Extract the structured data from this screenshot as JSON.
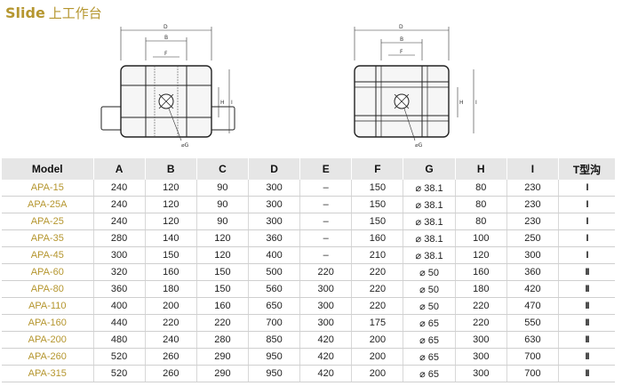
{
  "title": {
    "en": "Slide",
    "zh": "上工作台"
  },
  "diagrams": {
    "labels": {
      "D": "D",
      "B": "B",
      "F": "F",
      "H": "H",
      "I": "I",
      "G": "⌀G"
    }
  },
  "table": {
    "headers": [
      "Model",
      "A",
      "B",
      "C",
      "D",
      "E",
      "F",
      "G",
      "H",
      "I",
      "T型沟"
    ],
    "rows": [
      [
        "APA-15",
        "240",
        "120",
        "90",
        "300",
        "–",
        "150",
        "⌀ 38.1",
        "80",
        "230",
        "I"
      ],
      [
        "APA-25A",
        "240",
        "120",
        "90",
        "300",
        "–",
        "150",
        "⌀ 38.1",
        "80",
        "230",
        "I"
      ],
      [
        "APA-25",
        "240",
        "120",
        "90",
        "300",
        "–",
        "150",
        "⌀ 38.1",
        "80",
        "230",
        "I"
      ],
      [
        "APA-35",
        "280",
        "140",
        "120",
        "360",
        "–",
        "160",
        "⌀ 38.1",
        "100",
        "250",
        "I"
      ],
      [
        "APA-45",
        "300",
        "150",
        "120",
        "400",
        "–",
        "210",
        "⌀ 38.1",
        "120",
        "300",
        "I"
      ],
      [
        "APA-60",
        "320",
        "160",
        "150",
        "500",
        "220",
        "220",
        "⌀ 50",
        "160",
        "360",
        "II"
      ],
      [
        "APA-80",
        "360",
        "180",
        "150",
        "560",
        "300",
        "220",
        "⌀ 50",
        "180",
        "420",
        "II"
      ],
      [
        "APA-110",
        "400",
        "200",
        "160",
        "650",
        "300",
        "220",
        "⌀ 50",
        "220",
        "470",
        "II"
      ],
      [
        "APA-160",
        "440",
        "220",
        "220",
        "700",
        "300",
        "175",
        "⌀ 65",
        "220",
        "550",
        "II"
      ],
      [
        "APA-200",
        "480",
        "240",
        "280",
        "850",
        "420",
        "200",
        "⌀ 65",
        "300",
        "630",
        "II"
      ],
      [
        "APA-260",
        "520",
        "260",
        "290",
        "950",
        "420",
        "200",
        "⌀ 65",
        "300",
        "700",
        "II"
      ],
      [
        "APA-315",
        "520",
        "260",
        "290",
        "950",
        "420",
        "200",
        "⌀ 65",
        "300",
        "700",
        "II"
      ]
    ]
  }
}
